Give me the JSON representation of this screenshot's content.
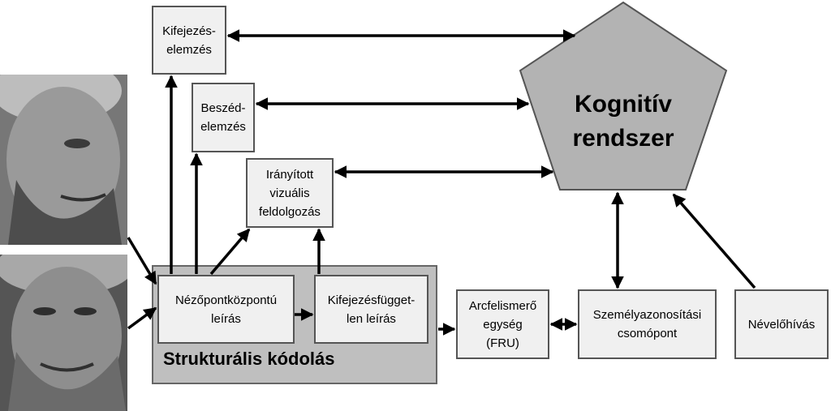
{
  "nodes": {
    "kifejezes_elemzes": "Kifejezés-\nelemzés",
    "beszed_elemzes": "Beszéd-\nelemzés",
    "iranyitott": "Irányított\nvizuális\nfeldolgozás",
    "nezopont": "Nézőpontközpontú\nleírás",
    "kifejezesfuggetlen": "Kifejezésfügget-\nlen leírás",
    "arcfelismero": "Arcfelismerő\negység\n(FRU)",
    "szemelyazonositasi": "Személyazonosítási\ncsomópont",
    "nevelohivas": "Névelőhívás"
  },
  "group_label": "Strukturális kódolás",
  "pentagon": {
    "line1": "Kognitív",
    "line2": "rendszer",
    "fill": "#b3b3b3"
  },
  "colors": {
    "box_fill": "#f0f0f0",
    "group_fill": "#bfbfbf",
    "arrow": "#000000"
  }
}
